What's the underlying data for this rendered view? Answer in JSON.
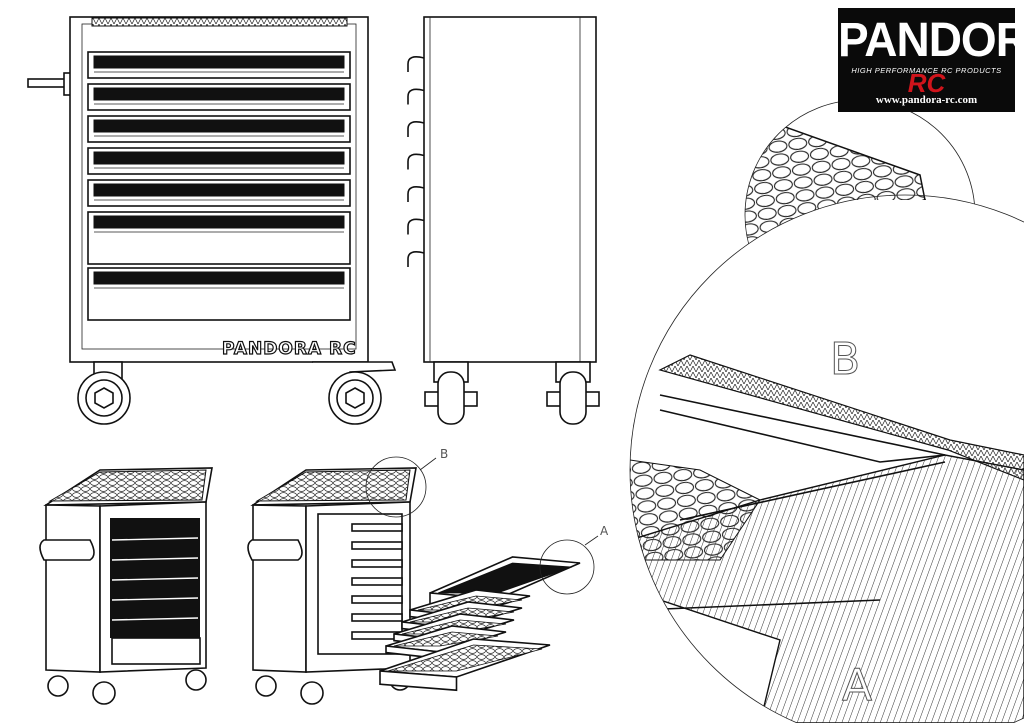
{
  "brand": {
    "logo_text": "PANDORA",
    "logo_tagline": "HIGH PERFORMANCE RC PRODUCTS",
    "logo_rc": "RC",
    "url": "www.pandora-rc.com",
    "front_badge": "PANDORA RC",
    "colors": {
      "background": "#0a0a0a",
      "text": "#ffffff",
      "accent": "#d0141b"
    }
  },
  "views": {
    "detail_b_label": "B",
    "detail_a_label": "A",
    "callout_b": "B",
    "callout_a": "A"
  },
  "cabinet": {
    "small_drawers": 5,
    "large_drawers": 2,
    "side_hooks": 7
  }
}
